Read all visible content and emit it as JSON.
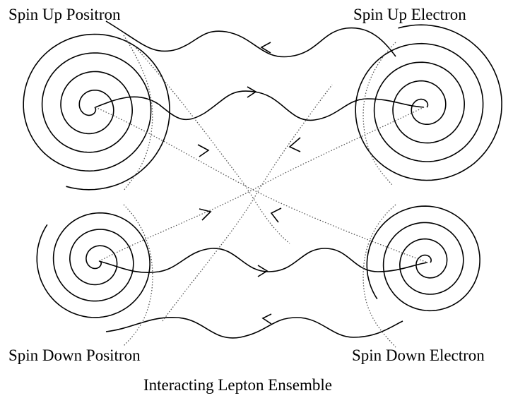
{
  "labels": {
    "spin_up_positron": "Spin Up Positron",
    "spin_up_electron": "Spin Up Electron",
    "spin_down_positron": "Spin Down Positron",
    "spin_down_electron": "Spin Down Electron",
    "caption": "Interacting Lepton Ensemble"
  },
  "colors": {
    "line": "#000000",
    "dotted": "#555555",
    "background": "#ffffff"
  }
}
